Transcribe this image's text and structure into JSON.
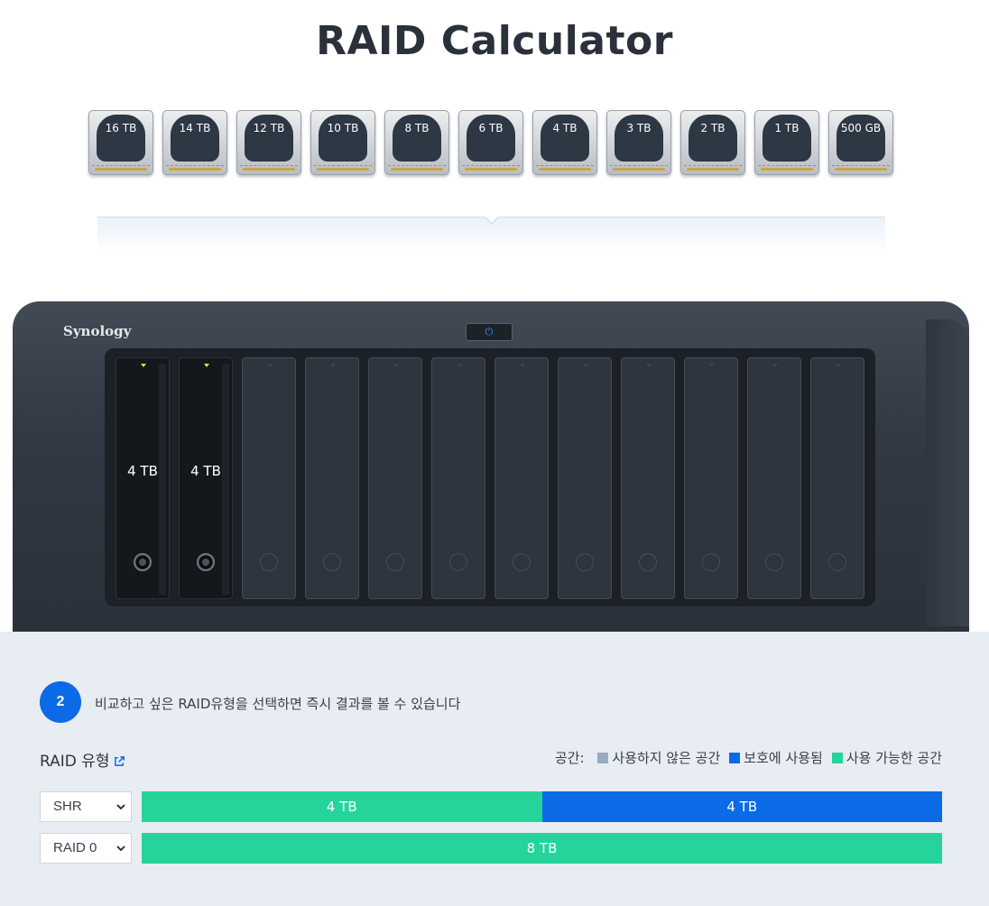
{
  "page": {
    "title": "RAID Calculator"
  },
  "drive_options": [
    "16 TB",
    "14 TB",
    "12 TB",
    "10 TB",
    "8 TB",
    "6 TB",
    "4 TB",
    "3 TB",
    "2 TB",
    "1 TB",
    "500 GB"
  ],
  "nas": {
    "brand": "Synology",
    "power_icon": "power-icon",
    "bays": [
      {
        "filled": true,
        "size": "4 TB"
      },
      {
        "filled": true,
        "size": "4 TB"
      },
      {
        "filled": false,
        "size": ""
      },
      {
        "filled": false,
        "size": ""
      },
      {
        "filled": false,
        "size": ""
      },
      {
        "filled": false,
        "size": ""
      },
      {
        "filled": false,
        "size": ""
      },
      {
        "filled": false,
        "size": ""
      },
      {
        "filled": false,
        "size": ""
      },
      {
        "filled": false,
        "size": ""
      },
      {
        "filled": false,
        "size": ""
      },
      {
        "filled": false,
        "size": ""
      }
    ]
  },
  "step": {
    "number": "2",
    "text": "비교하고 싶은 RAID유형을 선택하면 즉시 결과를 볼 수 있습니다"
  },
  "raid_type": {
    "label": "RAID 유형",
    "link_icon": "external-link-icon"
  },
  "legend": {
    "prefix": "공간:",
    "items": [
      {
        "label": "사용하지 않은 공간",
        "color": "#9aaac0"
      },
      {
        "label": "보호에 사용됨",
        "color": "#0b6ae6"
      },
      {
        "label": "사용 가능한 공간",
        "color": "#25d49b"
      }
    ]
  },
  "raid_rows": [
    {
      "selected": "SHR",
      "segments": [
        {
          "label": "4 TB",
          "type": "available",
          "fraction": 0.5,
          "color": "#25d49b"
        },
        {
          "label": "4 TB",
          "type": "protection",
          "fraction": 0.5,
          "color": "#0b6ae6"
        }
      ]
    },
    {
      "selected": "RAID 0",
      "segments": [
        {
          "label": "8 TB",
          "type": "available",
          "fraction": 1.0,
          "color": "#25d49b"
        }
      ]
    }
  ]
}
